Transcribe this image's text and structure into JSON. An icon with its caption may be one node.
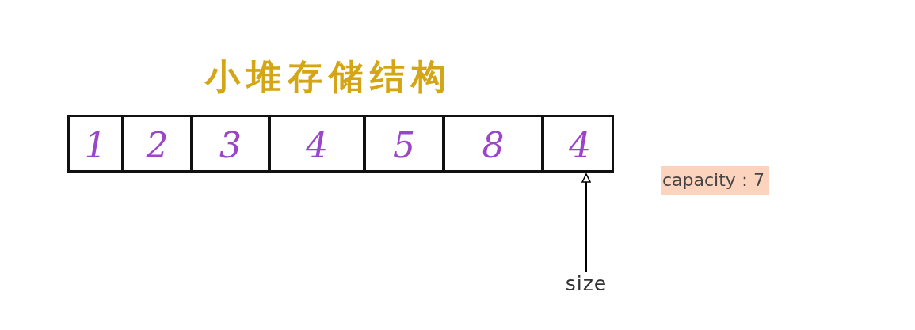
{
  "diagram": {
    "title": "小堆存储结构",
    "nodes": [
      {
        "text": [],
        "shape": "box"
      },
      {
        "text": [
          "1"
        ],
        "in": 0
      },
      {
        "text": [
          "2"
        ],
        "in": 0
      },
      {
        "text": [
          "3"
        ],
        "in": 0
      },
      {
        "text": [
          "4"
        ],
        "in": 0
      },
      {
        "text": [
          "5"
        ],
        "in": 0
      },
      {
        "text": [
          "8"
        ],
        "in": 0
      },
      {
        "text": [
          "4"
        ],
        "in": 0
      },
      {
        "text": [
          "size"
        ]
      },
      {
        "text": [
          "capacity：7"
        ]
      }
    ],
    "edges": [
      {
        "from": 8,
        "to": 7,
        "arrow": "to"
      }
    ]
  }
}
